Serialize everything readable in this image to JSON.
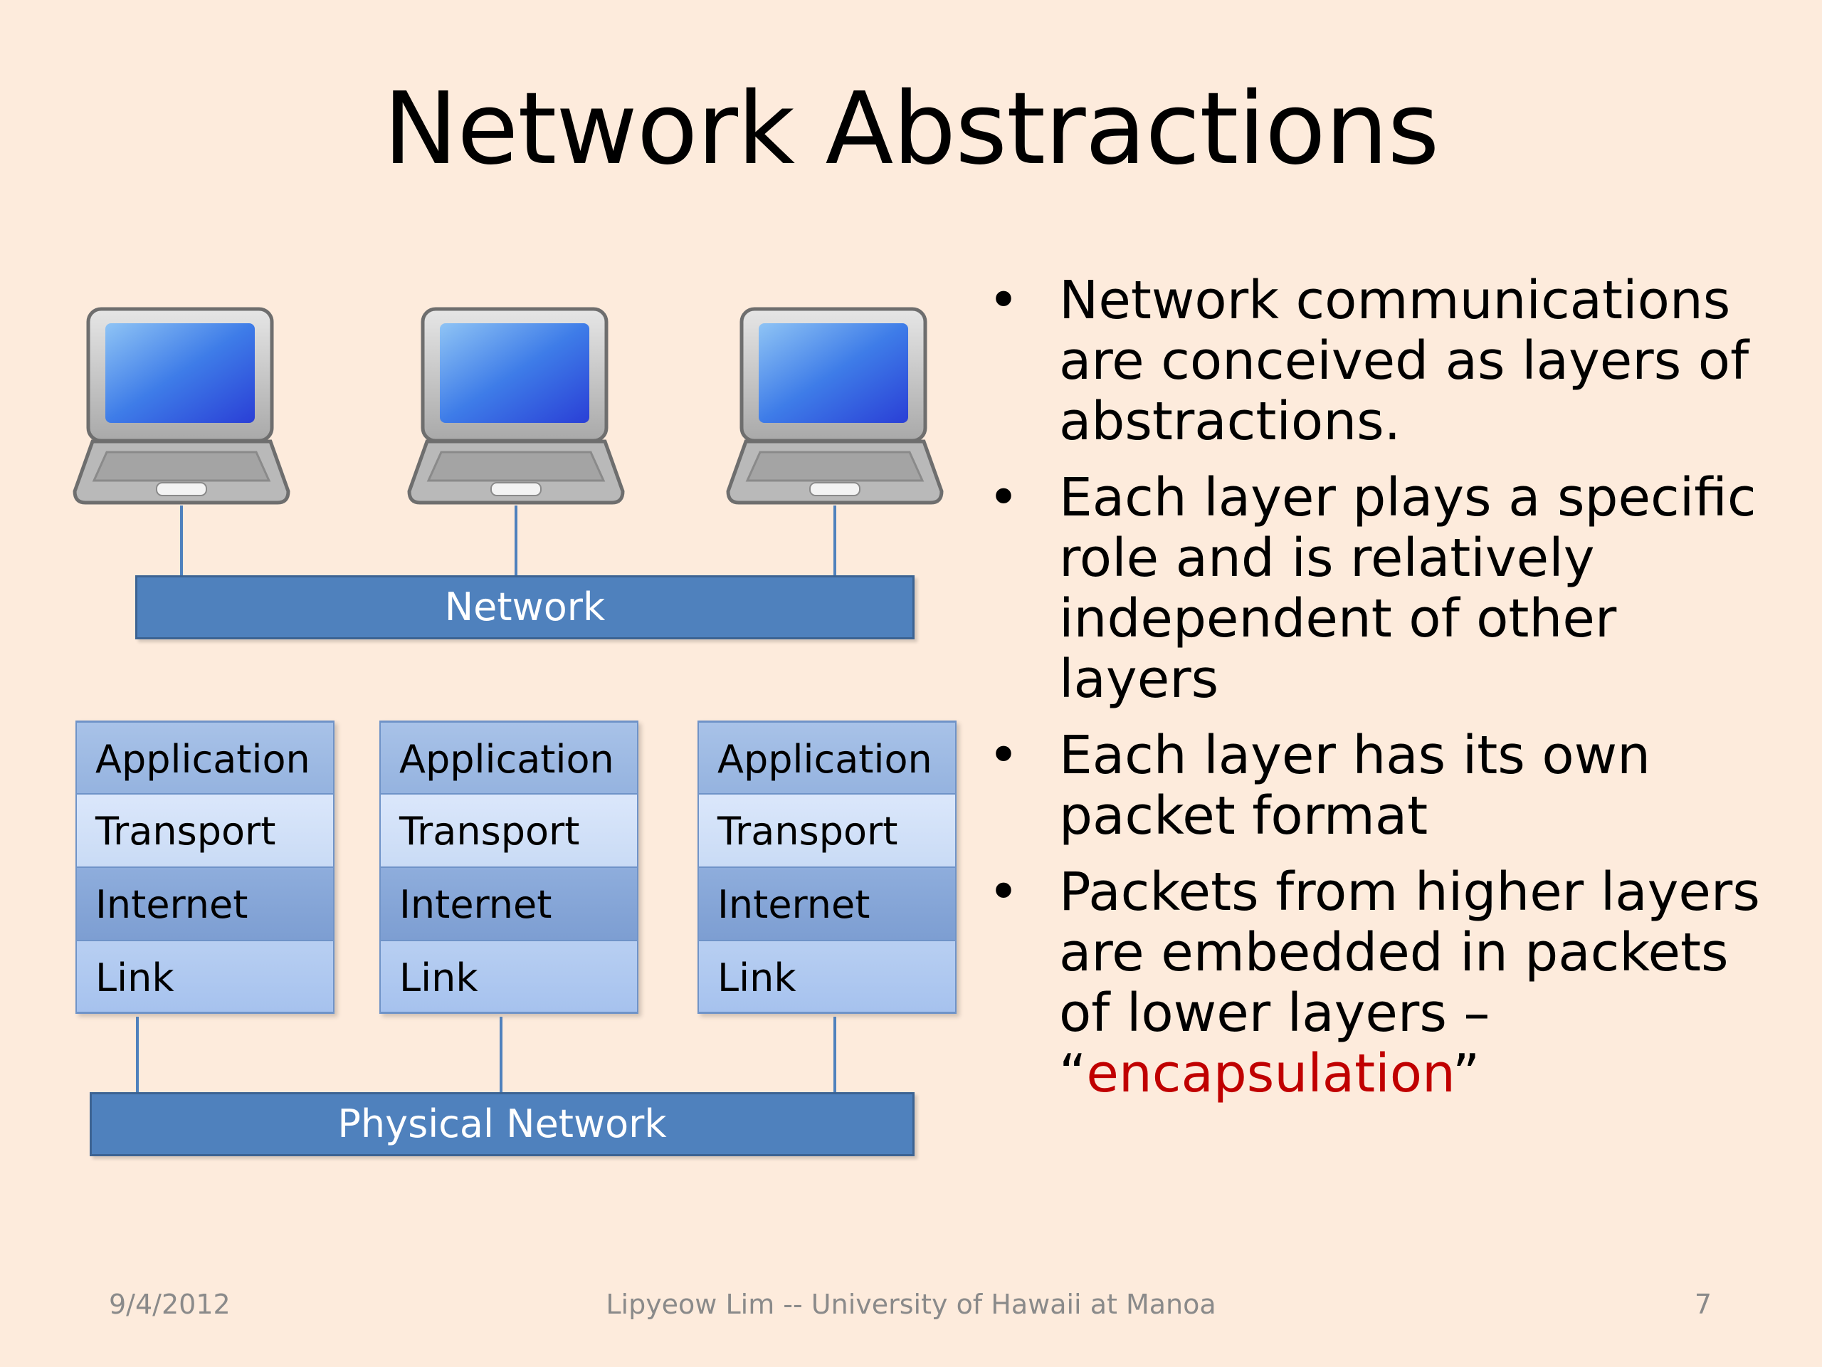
{
  "slide": {
    "title": "Network Abstractions",
    "network_label": "Network",
    "physical_network_label": "Physical Network",
    "stacks": [
      {
        "layers": [
          "Application",
          "Transport",
          "Internet",
          "Link"
        ]
      },
      {
        "layers": [
          "Application",
          "Transport",
          "Internet",
          "Link"
        ]
      },
      {
        "layers": [
          "Application",
          "Transport",
          "Internet",
          "Link"
        ]
      }
    ],
    "bullets": [
      {
        "text": "Network communications are conceived as layers of abstractions."
      },
      {
        "text": "Each layer plays a specific role and is relatively independent of other layers"
      },
      {
        "text": "Each layer has its own packet format"
      },
      {
        "text_before": "Packets from higher layers are embedded in packets of lower layers – “",
        "highlight": "encapsulation",
        "text_after": "”"
      }
    ],
    "bullet_glyph": "•",
    "highlight_color": "#c00000",
    "accent_color": "#4f81bd"
  },
  "footer": {
    "date": "9/4/2012",
    "author": "Lipyeow Lim -- University of Hawaii at Manoa",
    "page_number": "7"
  }
}
